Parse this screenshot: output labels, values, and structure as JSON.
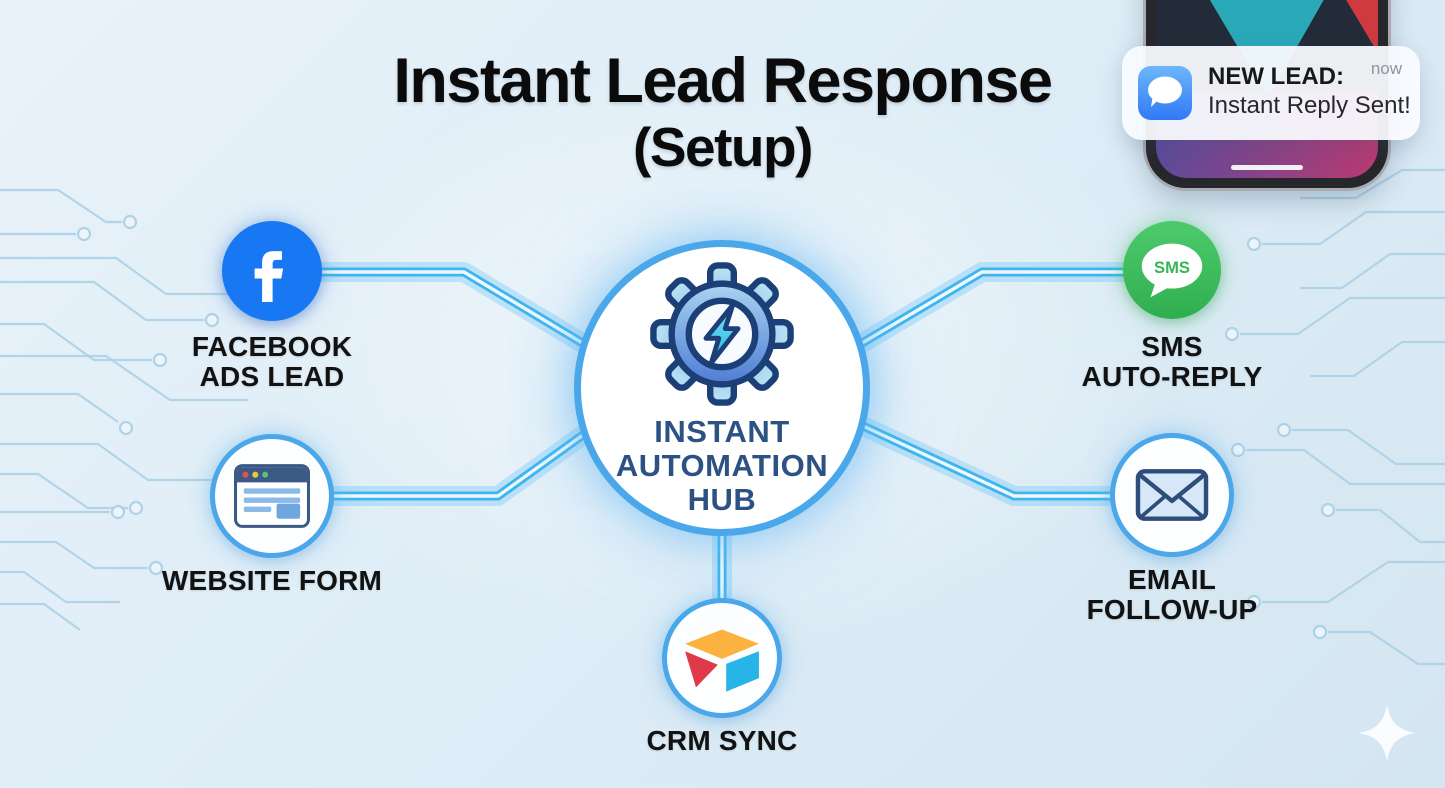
{
  "title": {
    "line1": "Instant Lead Response",
    "line2": "(Setup)"
  },
  "hub": {
    "icon": "gear-lightning-icon",
    "label_lines": [
      "INSTANT",
      "AUTOMATION",
      "HUB"
    ]
  },
  "nodes": [
    {
      "id": "facebook-ads-lead",
      "icon": "facebook-icon",
      "label_lines": [
        "FACEBOOK",
        "ADS LEAD"
      ]
    },
    {
      "id": "website-form",
      "icon": "browser-form-icon",
      "label_lines": [
        "WEBSITE FORM",
        ""
      ]
    },
    {
      "id": "sms-auto-reply",
      "icon": "sms-bubble-icon",
      "icon_text": "SMS",
      "label_lines": [
        "SMS",
        "AUTO-REPLY"
      ]
    },
    {
      "id": "email-follow-up",
      "icon": "envelope-icon",
      "label_lines": [
        "EMAIL",
        "FOLLOW-UP"
      ]
    },
    {
      "id": "crm-sync",
      "icon": "airtable-icon",
      "label_lines": [
        "CRM SYNC",
        ""
      ]
    }
  ],
  "phone_notification": {
    "app_icon": "messages-icon",
    "title": "NEW LEAD:",
    "body": "Instant Reply Sent!",
    "time": "now"
  },
  "colors": {
    "background": "#ddecf6",
    "facebook_blue": "#1877f2",
    "sms_green": "#3cc15e",
    "connector_blue": "#3fb4ef",
    "node_border_blue": "#49a7ea",
    "hub_text": "#2b5282",
    "label_text": "#121212",
    "trace_blue": "#a9cfe6",
    "airtable_yellow": "#fcb23e",
    "airtable_red": "#e0394a",
    "airtable_blue": "#27b5e8"
  }
}
